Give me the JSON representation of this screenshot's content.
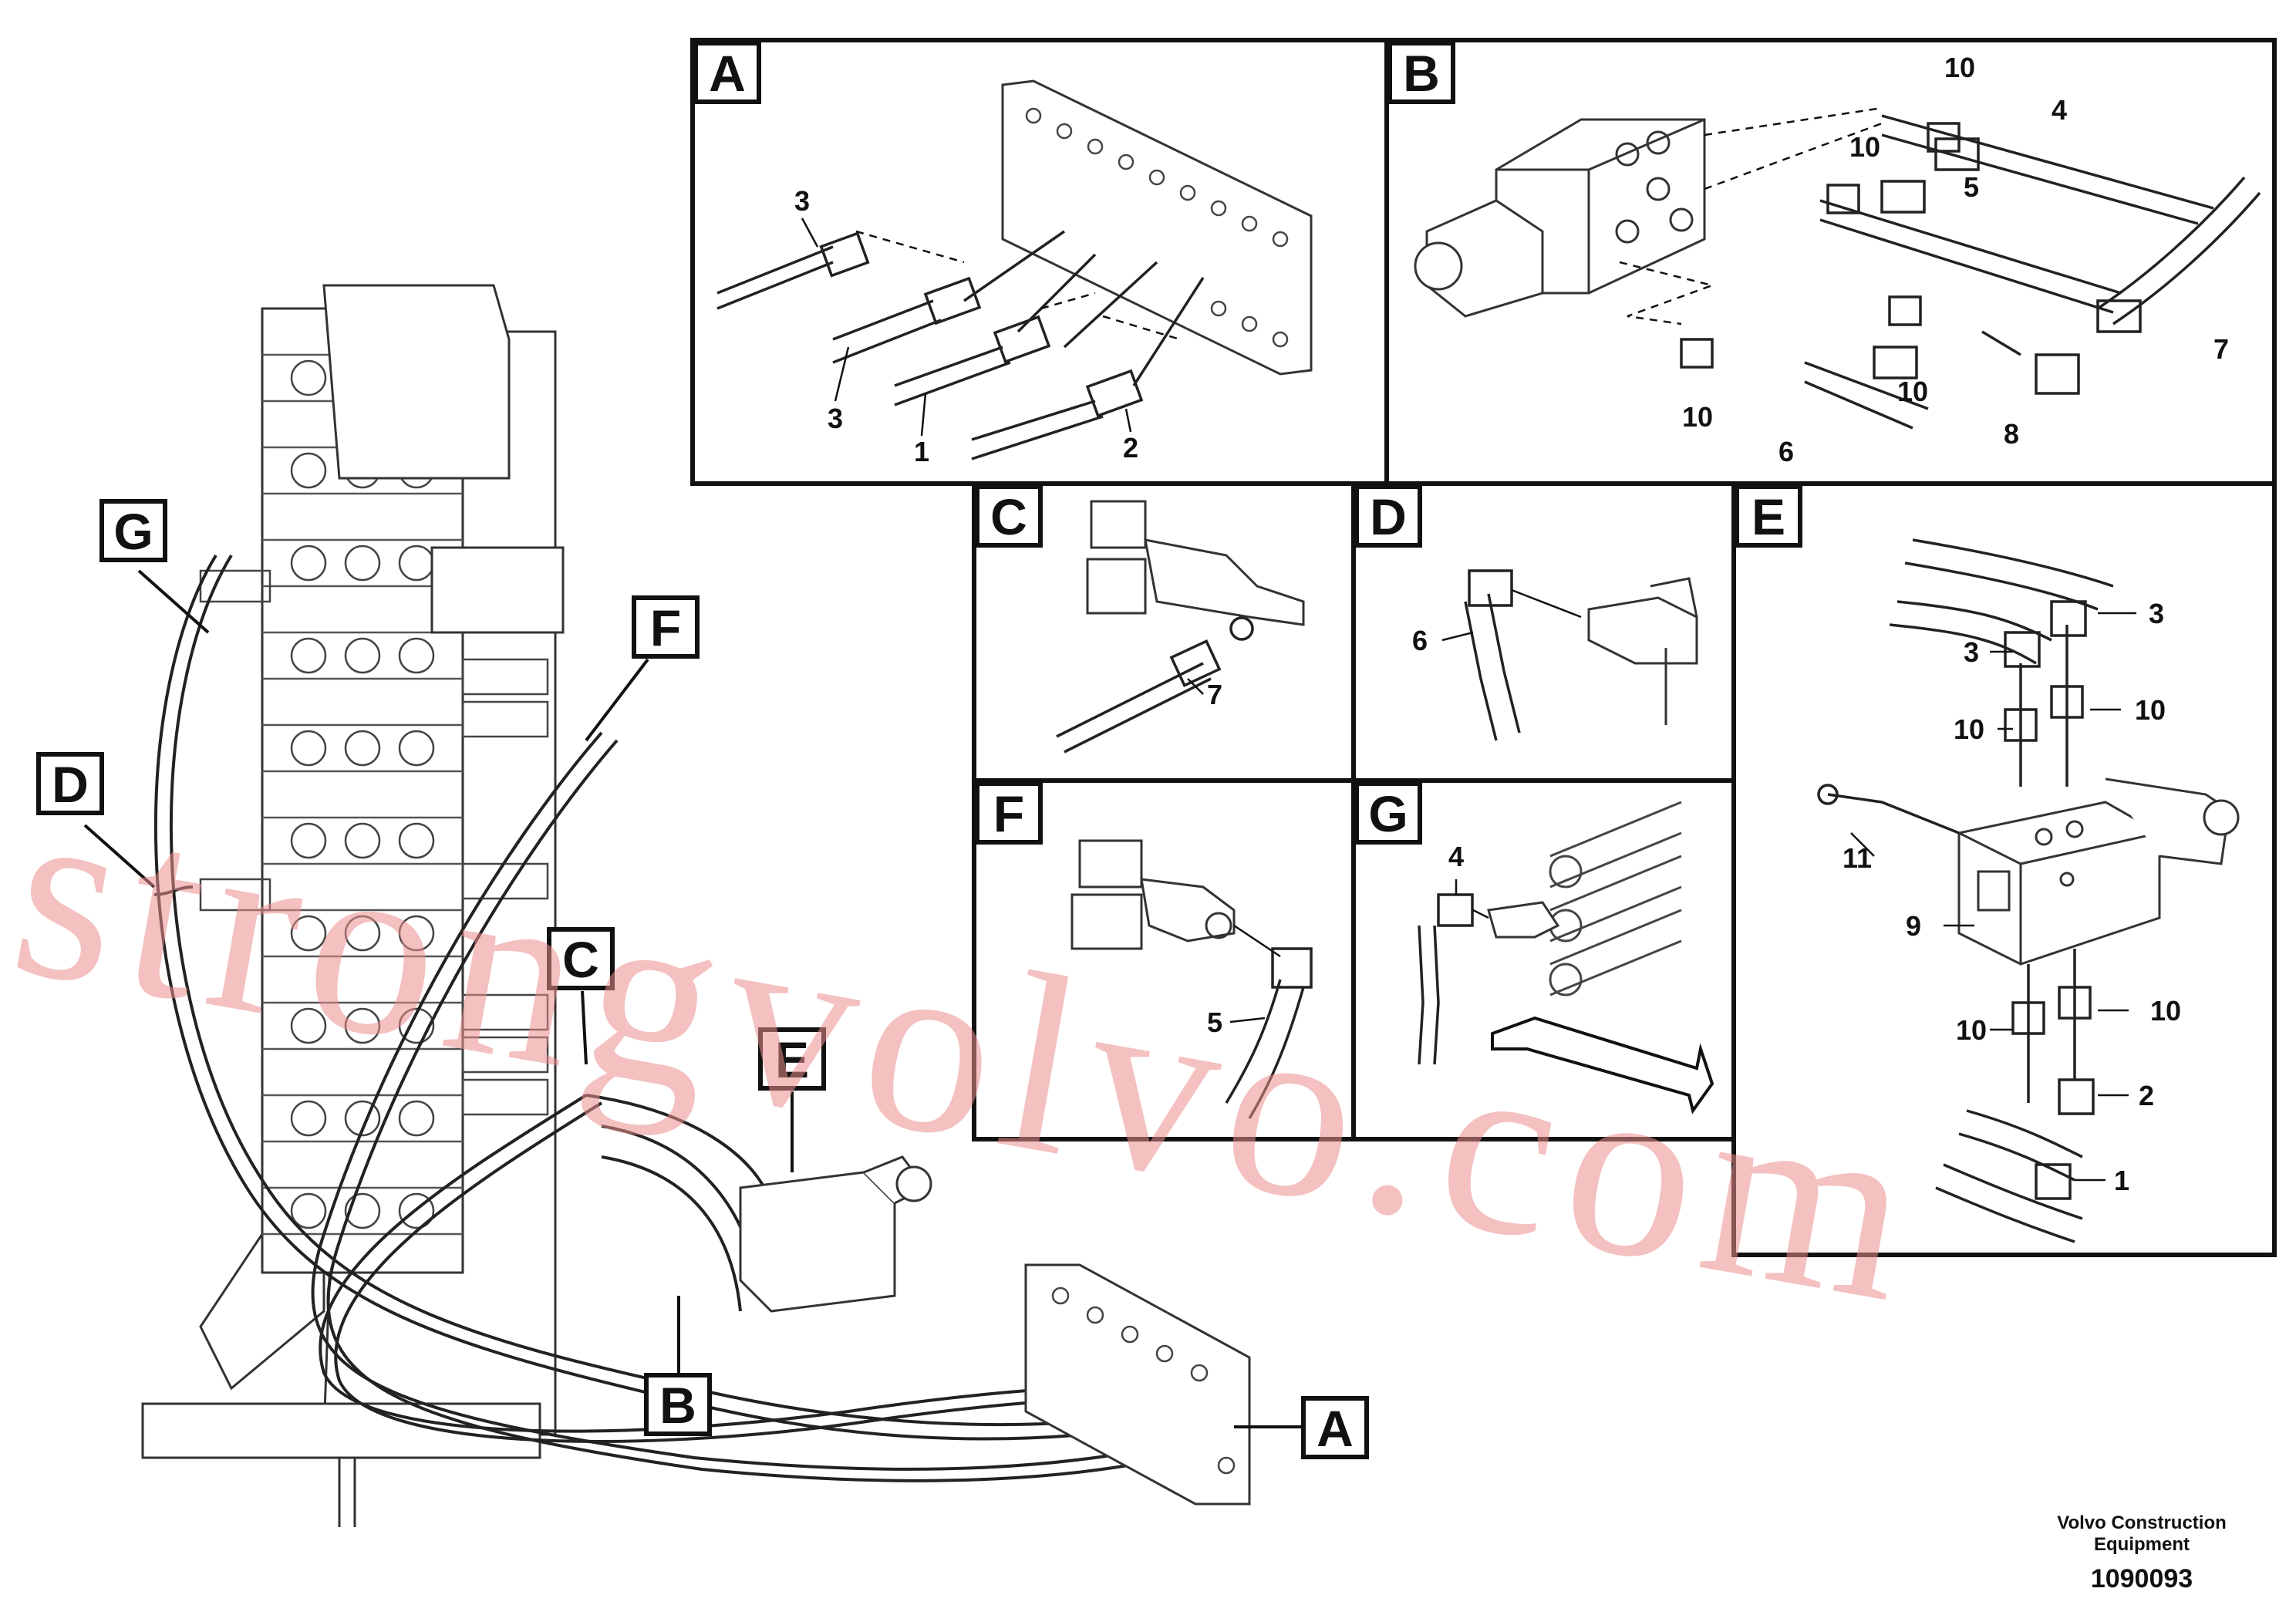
{
  "diagram": {
    "main_callouts": [
      "A",
      "B",
      "C",
      "D",
      "E",
      "F",
      "G"
    ],
    "panels": [
      {
        "letter": "A",
        "parts": [
          "3",
          "3",
          "1",
          "2"
        ]
      },
      {
        "letter": "B",
        "parts": [
          "10",
          "4",
          "10",
          "5",
          "7",
          "10",
          "10",
          "6",
          "8"
        ]
      },
      {
        "letter": "C",
        "parts": [
          "7"
        ]
      },
      {
        "letter": "D",
        "parts": [
          "6"
        ]
      },
      {
        "letter": "E",
        "parts": [
          "3",
          "3",
          "10",
          "10",
          "11",
          "9",
          "10",
          "10",
          "2",
          "1"
        ]
      },
      {
        "letter": "F",
        "parts": [
          "5"
        ]
      },
      {
        "letter": "G",
        "parts": [
          "4"
        ]
      }
    ]
  },
  "watermark": "strongvolvo.com",
  "footer": {
    "company": "Volvo Construction Equipment",
    "drawing_number": "1090093"
  }
}
